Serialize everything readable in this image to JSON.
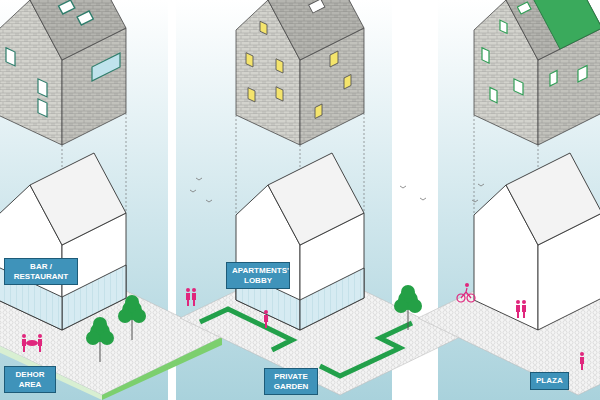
{
  "diagram": {
    "nodes": [
      {
        "text": [
          "BAR / RESTAURANT"
        ]
      },
      {
        "text": [
          "DEHOR AREA"
        ]
      },
      {
        "text": [
          "APARTMENTS' LOBBY"
        ]
      },
      {
        "text": [
          "PRIVATE GARDEN"
        ]
      },
      {
        "text": [
          "PLAZA"
        ]
      }
    ]
  }
}
